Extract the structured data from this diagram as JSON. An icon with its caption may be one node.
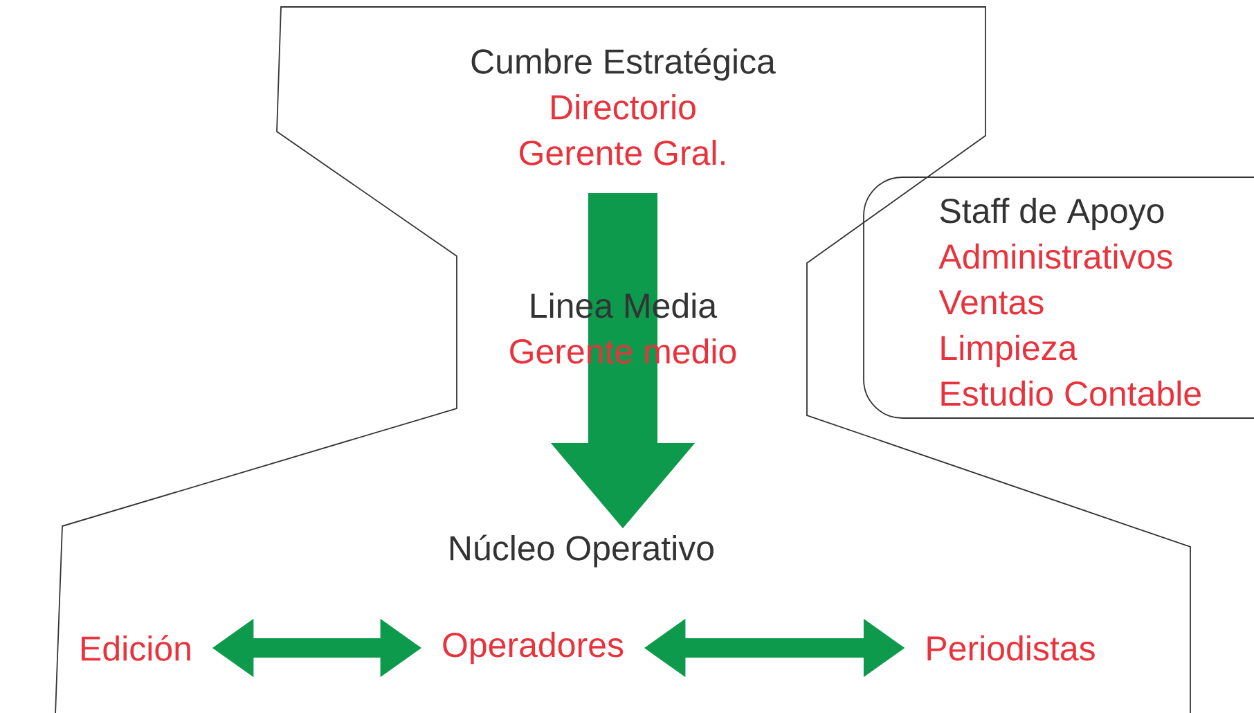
{
  "diagram": {
    "nodes": [
      {
        "text": [
          "Cumbre Estratégica",
          "Directorio",
          "Gerente Gral."
        ]
      },
      {
        "text": [
          "Linea Media",
          "Gerente medio"
        ]
      },
      {
        "text": [
          "Núcleo Operativo"
        ]
      },
      {
        "text": [
          "Staff de Apoyo",
          "Administrativos",
          "Ventas",
          "Limpieza",
          "Estudio Contable"
        ]
      },
      {
        "text": [
          "Edición"
        ]
      },
      {
        "text": [
          "Operadores"
        ]
      },
      {
        "text": [
          "Periodistas"
        ]
      }
    ],
    "edges": [
      {
        "from": 0,
        "to": 2,
        "arrow": "to",
        "style": "thick"
      },
      {
        "from": 4,
        "to": 5,
        "arrow": "both"
      },
      {
        "from": 5,
        "to": 6,
        "arrow": "both"
      }
    ]
  }
}
